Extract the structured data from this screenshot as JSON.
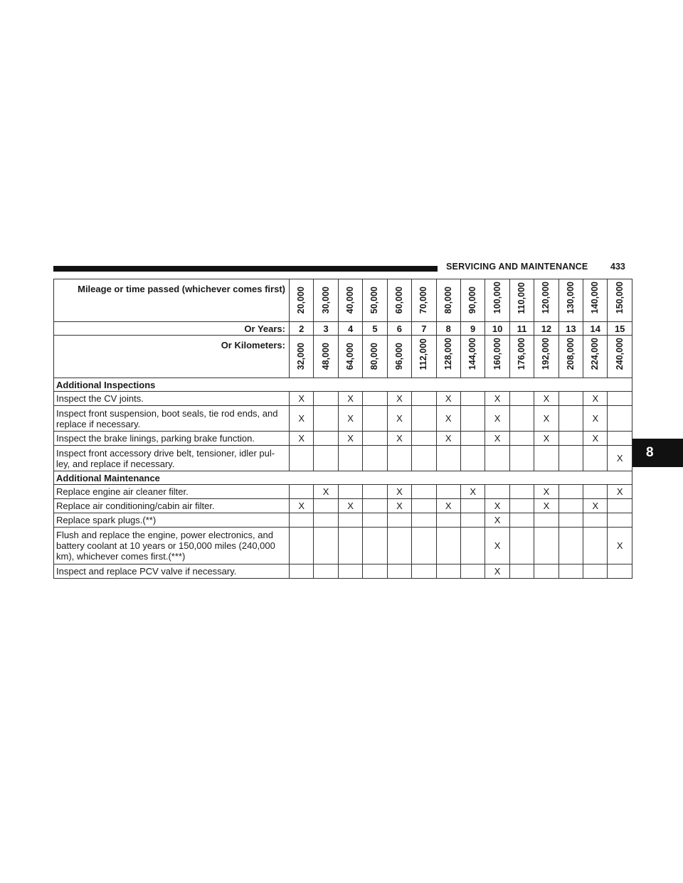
{
  "page_header": {
    "section_title": "SERVICING AND MAINTENANCE",
    "page_number": "433",
    "chapter_tab": "8"
  },
  "table": {
    "mileage_label": "Mileage or time passed (whichever comes first)",
    "years_label": "Or Years:",
    "km_label": "Or Kilometers:",
    "miles": [
      "20,000",
      "30,000",
      "40,000",
      "50,000",
      "60,000",
      "70,000",
      "80,000",
      "90,000",
      "100,000",
      "110,000",
      "120,000",
      "130,000",
      "140,000",
      "150,000"
    ],
    "years": [
      "2",
      "3",
      "4",
      "5",
      "6",
      "7",
      "8",
      "9",
      "10",
      "11",
      "12",
      "13",
      "14",
      "15"
    ],
    "kilometers": [
      "32,000",
      "48,000",
      "64,000",
      "80,000",
      "96,000",
      "112,000",
      "128,000",
      "144,000",
      "160,000",
      "176,000",
      "192,000",
      "208,000",
      "224,000",
      "240,000"
    ],
    "sections": [
      {
        "title": "Additional Inspections",
        "rows": [
          {
            "label": "Inspect the CV joints.",
            "marks": [
              "X",
              "",
              "X",
              "",
              "X",
              "",
              "X",
              "",
              "X",
              "",
              "X",
              "",
              "X",
              ""
            ]
          },
          {
            "label": "Inspect front suspension, boot seals, tie rod ends, and replace if necessary.",
            "marks": [
              "X",
              "",
              "X",
              "",
              "X",
              "",
              "X",
              "",
              "X",
              "",
              "X",
              "",
              "X",
              ""
            ]
          },
          {
            "label": "Inspect the brake linings, parking brake function.",
            "marks": [
              "X",
              "",
              "X",
              "",
              "X",
              "",
              "X",
              "",
              "X",
              "",
              "X",
              "",
              "X",
              ""
            ]
          },
          {
            "label": "Inspect front accessory drive belt, tensioner, idler pul-ley, and replace if necessary.",
            "marks": [
              "",
              "",
              "",
              "",
              "",
              "",
              "",
              "",
              "",
              "",
              "",
              "",
              "",
              "X"
            ]
          }
        ]
      },
      {
        "title": "Additional Maintenance",
        "rows": [
          {
            "label": "Replace engine air cleaner filter.",
            "marks": [
              "",
              "X",
              "",
              "",
              "X",
              "",
              "",
              "X",
              "",
              "",
              "X",
              "",
              "",
              "X"
            ]
          },
          {
            "label": "Replace air conditioning/cabin air filter.",
            "marks": [
              "X",
              "",
              "X",
              "",
              "X",
              "",
              "X",
              "",
              "X",
              "",
              "X",
              "",
              "X",
              ""
            ]
          },
          {
            "label": "Replace spark plugs.(**)",
            "marks": [
              "",
              "",
              "",
              "",
              "",
              "",
              "",
              "",
              "X",
              "",
              "",
              "",
              "",
              ""
            ]
          },
          {
            "label": "Flush and replace the engine, power electronics, and battery coolant at 10 years or 150,000 miles (240,000 km), whichever comes first.(***)",
            "marks": [
              "",
              "",
              "",
              "",
              "",
              "",
              "",
              "",
              "X",
              "",
              "",
              "",
              "",
              "X"
            ]
          },
          {
            "label": "Inspect and replace PCV valve if necessary.",
            "marks": [
              "",
              "",
              "",
              "",
              "",
              "",
              "",
              "",
              "X",
              "",
              "",
              "",
              "",
              ""
            ]
          }
        ]
      }
    ]
  }
}
